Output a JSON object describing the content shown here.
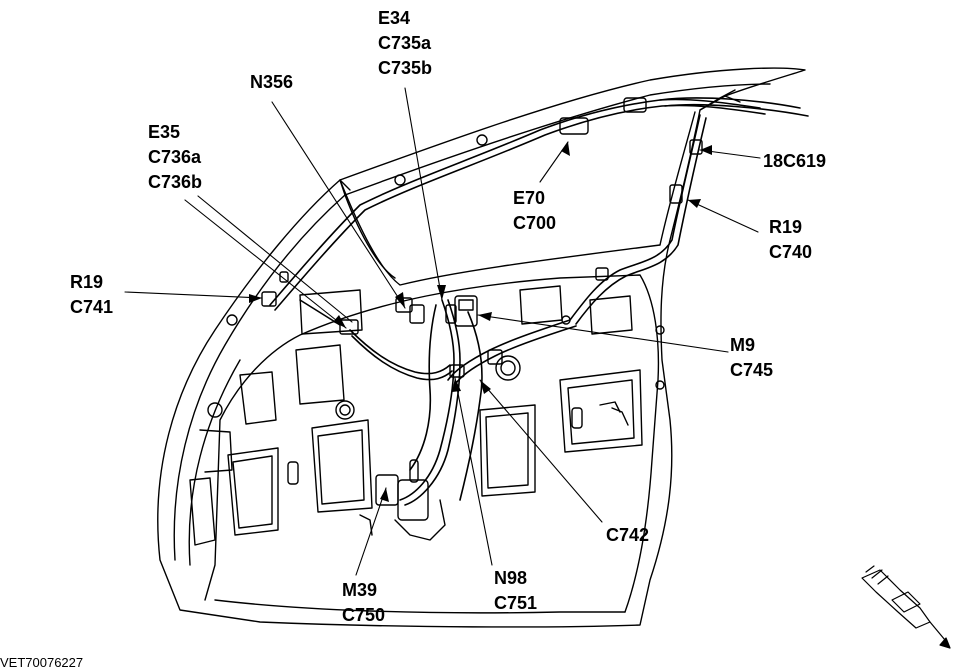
{
  "figure_id": "VET70076227",
  "callouts": {
    "e34": {
      "lines": [
        "E34",
        "C735a",
        "C735b"
      ]
    },
    "n356": {
      "lines": [
        "N356"
      ]
    },
    "e35": {
      "lines": [
        "E35",
        "C736a",
        "C736b"
      ]
    },
    "e70": {
      "lines": [
        "E70",
        "C700"
      ]
    },
    "c619": {
      "lines": [
        "18C619"
      ]
    },
    "r19a": {
      "lines": [
        "R19",
        "C740"
      ]
    },
    "r19b": {
      "lines": [
        "R19",
        "C741"
      ]
    },
    "m9": {
      "lines": [
        "M9",
        "C745"
      ]
    },
    "c742": {
      "lines": [
        "C742"
      ]
    },
    "m39": {
      "lines": [
        "M39",
        "C750"
      ]
    },
    "n98": {
      "lines": [
        "N98",
        "C751"
      ]
    }
  },
  "colors": {
    "line": "#000000",
    "background": "#ffffff"
  },
  "icons": {
    "orientation": "vehicle-orientation-icon"
  }
}
